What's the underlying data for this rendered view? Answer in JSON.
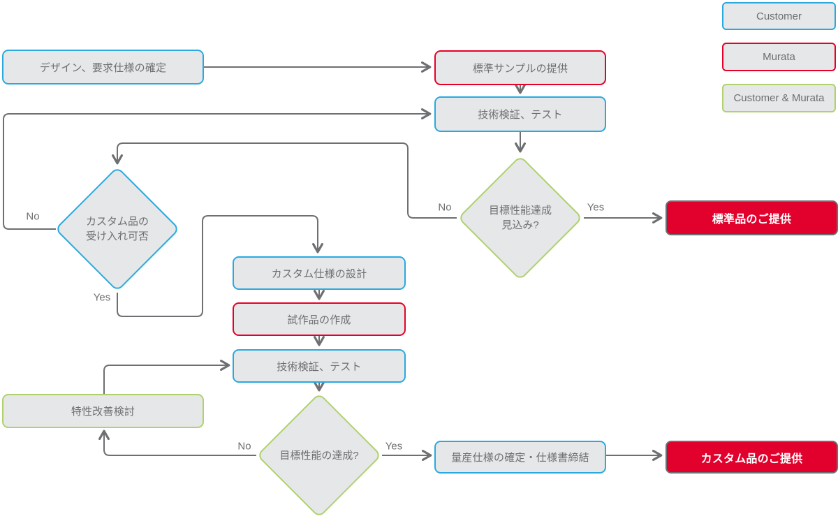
{
  "legend": {
    "customer": "Customer",
    "murata": "Murata",
    "both": "Customer & Murata"
  },
  "colors": {
    "customer_blue": "#29a9e0",
    "murata_red": "#e60027",
    "both_green": "#afd16e",
    "node_fill": "#e6e7e8",
    "connector_gray": "#6e6f72",
    "text_gray": "#6d6e71",
    "highlight_fill_red": "#e2002d",
    "highlight_text": "#ffffff"
  },
  "nodes": {
    "design": "デザイン、要求仕様の確定",
    "standard_sample": "標準サンプルの提供",
    "tech_test_top": "技術検証、テスト",
    "target_prospect": "目標性能達成\n見込み?",
    "standard_offer": "標準品のご提供",
    "custom_accept": "カスタム品の\n受け入れ可否",
    "custom_design": "カスタム仕様の設計",
    "prototype": "試作品の作成",
    "tech_test_mid": "技術検証、テスト",
    "improve": "特性改善検討",
    "target_achieved": "目標性能の達成?",
    "mass_spec": "量産仕様の確定・仕様書締結",
    "custom_offer": "カスタム品のご提供"
  },
  "edge_labels": {
    "yes": "Yes",
    "no": "No"
  },
  "edges": [
    {
      "from": "design",
      "to": "standard_sample"
    },
    {
      "from": "standard_sample",
      "to": "tech_test_top"
    },
    {
      "from": "tech_test_top",
      "to": "target_prospect"
    },
    {
      "from": "target_prospect",
      "to": "standard_offer",
      "label": "Yes"
    },
    {
      "from": "target_prospect",
      "to": "custom_accept",
      "label": "No"
    },
    {
      "from": "custom_accept",
      "to": "tech_test_top",
      "label": "No"
    },
    {
      "from": "custom_accept",
      "to": "custom_design",
      "label": "Yes"
    },
    {
      "from": "custom_design",
      "to": "prototype"
    },
    {
      "from": "prototype",
      "to": "tech_test_mid"
    },
    {
      "from": "tech_test_mid",
      "to": "target_achieved"
    },
    {
      "from": "target_achieved",
      "to": "improve",
      "label": "No"
    },
    {
      "from": "improve",
      "to": "tech_test_mid"
    },
    {
      "from": "target_achieved",
      "to": "mass_spec",
      "label": "Yes"
    },
    {
      "from": "mass_spec",
      "to": "custom_offer"
    }
  ]
}
